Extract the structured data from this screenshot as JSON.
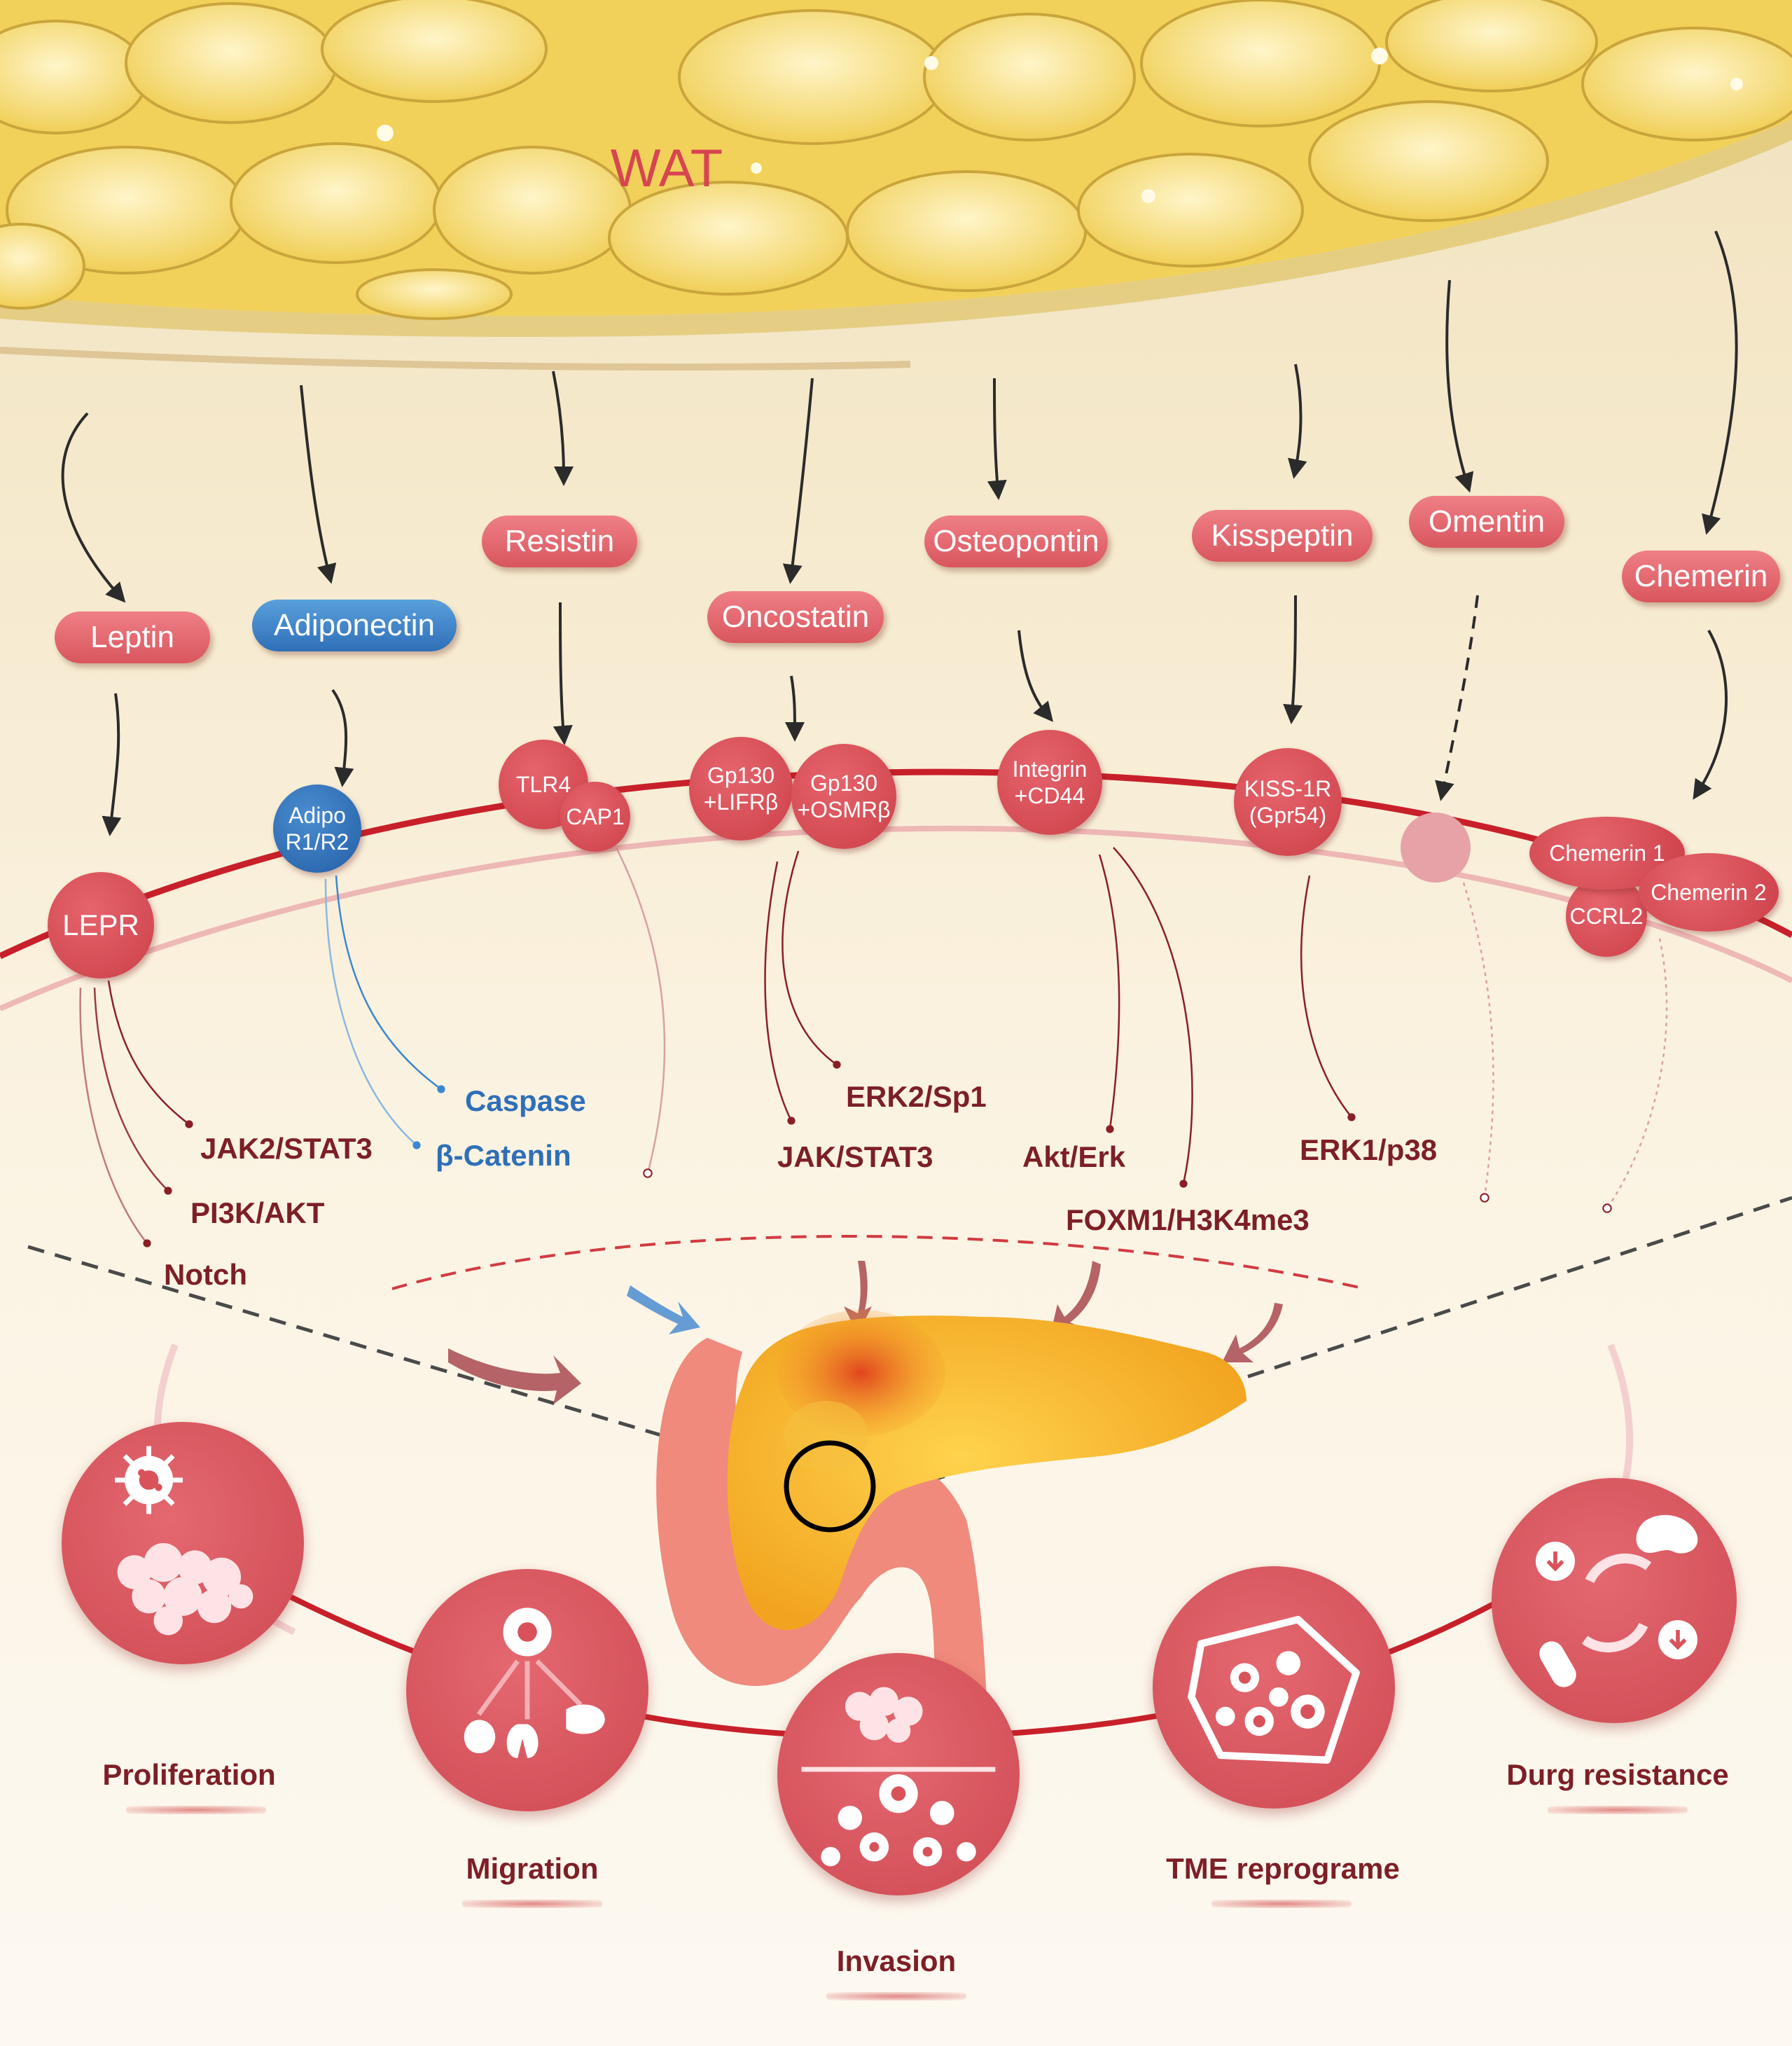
{
  "tissue_label": "WAT",
  "adipokines": [
    {
      "label": "Leptin",
      "color": "red"
    },
    {
      "label": "Adiponectin",
      "color": "blue"
    },
    {
      "label": "Resistin",
      "color": "red"
    },
    {
      "label": "Oncostatin",
      "color": "red"
    },
    {
      "label": "Osteopontin",
      "color": "red"
    },
    {
      "label": "Kisspeptin",
      "color": "red"
    },
    {
      "label": "Omentin",
      "color": "red"
    },
    {
      "label": "Chemerin",
      "color": "red"
    }
  ],
  "receptors": [
    {
      "line1": "LEPR",
      "line2": ""
    },
    {
      "line1": "Adipo",
      "line2": "R1/R2"
    },
    {
      "line1": "TLR4",
      "line2": ""
    },
    {
      "line1": "CAP1",
      "line2": ""
    },
    {
      "line1": "Gp130",
      "line2": "+LIFRβ"
    },
    {
      "line1": "Gp130",
      "line2": "+OSMRβ"
    },
    {
      "line1": "Integrin",
      "line2": "+CD44"
    },
    {
      "line1": "KISS-1R",
      "line2": "(Gpr54)"
    },
    {
      "line1": "",
      "line2": ""
    },
    {
      "line1": "Chemerin 1",
      "line2": ""
    },
    {
      "line1": "CCRL2",
      "line2": ""
    },
    {
      "line1": "Chemerin 2",
      "line2": ""
    }
  ],
  "pathways": [
    {
      "label": "JAK2/STAT3",
      "color": "red"
    },
    {
      "label": "PI3K/AKT",
      "color": "red"
    },
    {
      "label": "Notch",
      "color": "red"
    },
    {
      "label": "Caspase",
      "color": "blue"
    },
    {
      "label": "β-Catenin",
      "color": "blue"
    },
    {
      "label": "ERK2/Sp1",
      "color": "red"
    },
    {
      "label": "JAK/STAT3",
      "color": "red"
    },
    {
      "label": "Akt/Erk",
      "color": "red"
    },
    {
      "label": "FOXM1/H3K4me3",
      "color": "red"
    },
    {
      "label": "ERK1/p38",
      "color": "red"
    }
  ],
  "outcomes": [
    {
      "label": "Proliferation",
      "icon": "proliferation-icon"
    },
    {
      "label": "Migration",
      "icon": "migration-icon"
    },
    {
      "label": "Invasion",
      "icon": "invasion-icon"
    },
    {
      "label": "TME reprograme",
      "icon": "tme-icon"
    },
    {
      "label": "Durg resistance",
      "icon": "drug-resistance-icon"
    }
  ],
  "colors": {
    "fat": "#f3d45a",
    "pill_red": "#dc5b63",
    "pill_blue": "#3a7cc4",
    "membrane": "#c8202a",
    "pathway_text": "#7d1f26",
    "blue_text": "#2f6fb8"
  }
}
